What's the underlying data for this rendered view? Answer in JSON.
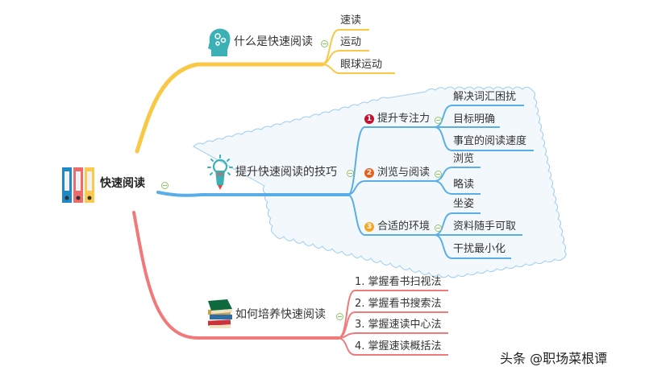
{
  "root": {
    "label": "快速阅读",
    "icon": "binders-icon"
  },
  "branches": [
    {
      "id": "what",
      "label": "什么是快速阅读",
      "icon": "head-gears-icon",
      "color": "#f9c846",
      "children": [
        {
          "label": "速读"
        },
        {
          "label": "运动"
        },
        {
          "label": "眼球运动"
        }
      ]
    },
    {
      "id": "skills",
      "label": "提升快速阅读的技巧",
      "icon": "lightbulb-icon",
      "color": "#5aaee8",
      "boundary_fill": "#f3f8fd",
      "children": [
        {
          "label": "提升专注力",
          "badge": "1",
          "badge_color": "#c8102e",
          "children": [
            {
              "label": "解决词汇困扰"
            },
            {
              "label": "目标明确"
            },
            {
              "label": "事宜的阅读速度"
            }
          ]
        },
        {
          "label": "浏览与阅读",
          "badge": "2",
          "badge_color": "#e8601c",
          "children": [
            {
              "label": "浏览"
            },
            {
              "label": "略读"
            }
          ]
        },
        {
          "label": "合适的环境",
          "badge": "3",
          "badge_color": "#f5a623",
          "children": [
            {
              "label": "坐姿"
            },
            {
              "label": "资料随手可取"
            },
            {
              "label": "干扰最小化"
            }
          ]
        }
      ]
    },
    {
      "id": "how",
      "label": "如何培养快速阅读",
      "icon": "books-icon",
      "color": "#f07a7a",
      "children": [
        {
          "label": "1. 掌握看书扫视法"
        },
        {
          "label": "2. 掌握看书搜索法"
        },
        {
          "label": "3. 掌握速读中心法"
        },
        {
          "label": "4. 掌握速读概括法"
        }
      ]
    }
  ],
  "watermark": "头条 @职场菜根谭"
}
